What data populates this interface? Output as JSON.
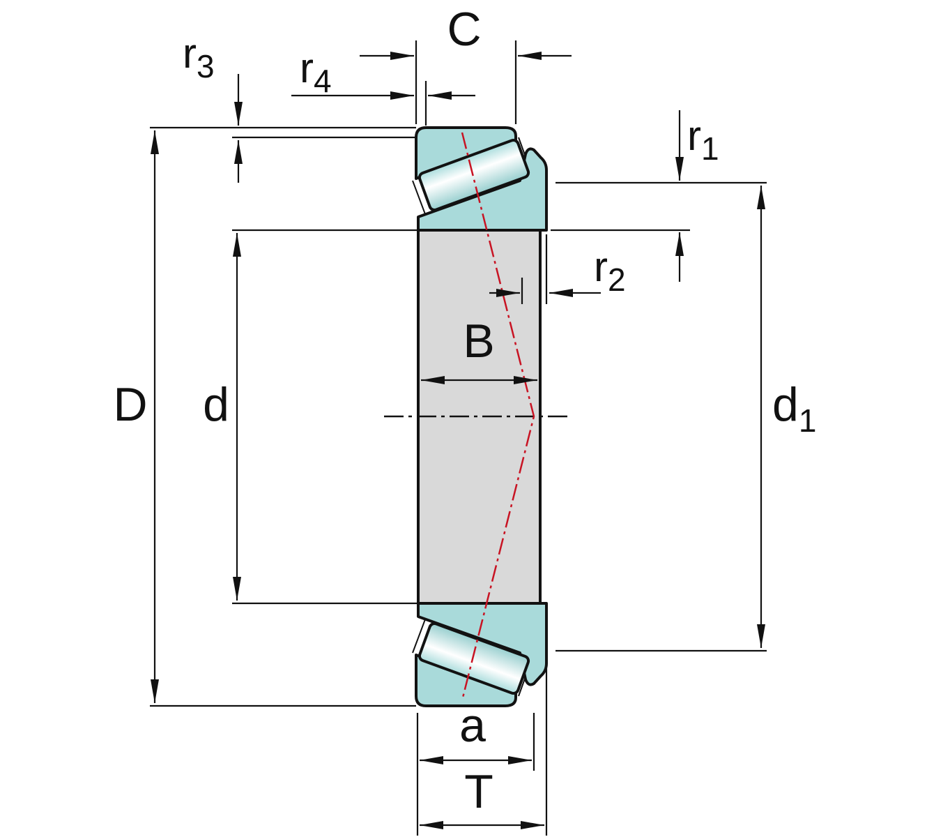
{
  "drawing": {
    "labels": {
      "D": {
        "base": "D",
        "sub": ""
      },
      "d": {
        "base": "d",
        "sub": ""
      },
      "d1": {
        "base": "d",
        "sub": "1"
      },
      "B": {
        "base": "B",
        "sub": ""
      },
      "C": {
        "base": "C",
        "sub": ""
      },
      "T": {
        "base": "T",
        "sub": ""
      },
      "a": {
        "base": "a",
        "sub": ""
      },
      "r1": {
        "base": "r",
        "sub": "1"
      },
      "r2": {
        "base": "r",
        "sub": "2"
      },
      "r3": {
        "base": "r",
        "sub": "3"
      },
      "r4": {
        "base": "r",
        "sub": "4"
      }
    },
    "colors": {
      "ring": "#a9dada",
      "bore": "#d9d9d9",
      "outline": "#121212",
      "pressure_line": "#c81323",
      "background": "#ffffff"
    }
  }
}
